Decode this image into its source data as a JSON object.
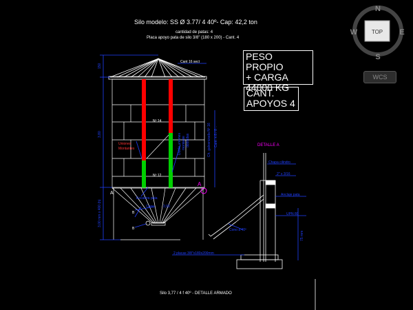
{
  "title": "Silo modelo:  SS Ø 3.77/ 4  40º- Cap: 42,2 ton",
  "subtitle1": "cantidad de patas: 4",
  "subtitle2": "Placa apoyo pata de silo 3/8\" (180 x 200) - Cant. 4",
  "box_load": [
    "PESO PROPIO",
    "+ CARGA",
    "44000 KG"
  ],
  "box_supports": [
    "CANT.",
    "APOYOS 4"
  ],
  "labels": {
    "roof_note": "Cant 16 sect",
    "n14": "Nº 14",
    "n12": "Nº 12",
    "union_left": [
      "Uniones",
      "Montantes"
    ],
    "union_mid": [
      "Doble uniones",
      "montante",
      "dobladas"
    ],
    "upright_right": [
      "Ch. galvanizada Nº 16",
      "Cant. x 8 / 8 .."
    ],
    "scale_leg": "Escalera pata",
    "cono": "Cono",
    "hopper_val": "2,00",
    "dim_top": "150",
    "dim_body": "3,80",
    "dim_leg": "3,00 mm x 400 (h)",
    "point_a": "A",
    "point_b": "B",
    "detail_title": "DETALLE  A",
    "d_chapa": "Chapa cilindro",
    "d_tube": "2\" x 3/16",
    "d_anclaje": "Anclaje pata",
    "d_upn": "UPN 80",
    "d_cono": "Cono a 40º",
    "d_placas": "2 placas 3/8\"x180x200mm",
    "d_dim": "75 mm"
  },
  "footer": "Silo 3,77 / 4 f  40º - DETALLE ARMADO",
  "compass": {
    "n": "N",
    "s": "S",
    "e": "E",
    "w": "W",
    "top": "TOP",
    "wcs": "WCS"
  },
  "colors": {
    "red": "#ff0000",
    "green": "#00d000",
    "blue": "#2040ff",
    "magenta": "#ff00ff"
  }
}
